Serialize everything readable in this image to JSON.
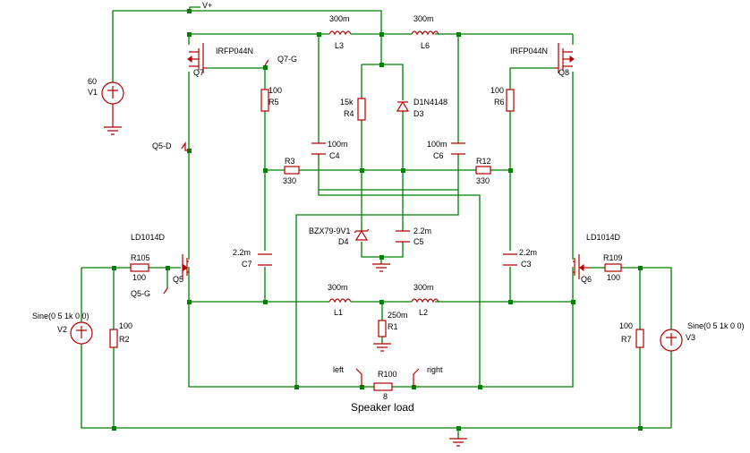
{
  "labels": {
    "vplus": "V+",
    "v1_value": "60",
    "v1_name": "V1",
    "q7_part": "IRFP044N",
    "q7_name": "Q7",
    "q7_g": "Q7-G",
    "r5_value": "100",
    "r5_name": "R5",
    "q5_d": "Q5-D",
    "l3_value": "300m",
    "l3_name": "L3",
    "l6_value": "300m",
    "l6_name": "L6",
    "r4_value": "15k",
    "r4_name": "R4",
    "d3_part": "D1N4148",
    "d3_name": "D3",
    "c4_value": "100m",
    "c4_name": "C4",
    "c6_value": "100m",
    "c6_name": "C6",
    "r3_name": "R3",
    "r3_value": "330",
    "r12_name": "R12",
    "r12_value": "330",
    "q8_part": "IRFP044N",
    "q8_name": "Q8",
    "r6_value": "100",
    "r6_name": "R6",
    "d4_part": "BZX79-9V1",
    "d4_name": "D4",
    "c5_value": "2.2m",
    "c5_name": "C5",
    "q5_part": "LD1014D",
    "q5_name": "Q5",
    "q5_g": "Q5-G",
    "c7_value": "2.2m",
    "c7_name": "C7",
    "r105_name": "R105",
    "r105_value": "100",
    "q6_part": "LD1014D",
    "q6_name": "Q6",
    "c3_value": "2.2m",
    "c3_name": "C3",
    "r109_name": "R109",
    "r109_value": "100",
    "v2_value": "Sine(0 5 1k 0 0)",
    "v2_name": "V2",
    "r2_value": "100",
    "r2_name": "R2",
    "l1_value": "300m",
    "l1_name": "L1",
    "l2_value": "300m",
    "l2_name": "L2",
    "r1_value": "250m",
    "r1_name": "R1",
    "r7_value": "100",
    "r7_name": "R7",
    "v3_value": "Sine(0 5 1k 0 0)",
    "v3_name": "V3",
    "left": "left",
    "right": "right",
    "r100_name": "R100",
    "r100_value": "8",
    "speaker": "Speaker load"
  },
  "colors": {
    "wire": "#008000",
    "component": "#b40000",
    "background": "#ffffff"
  }
}
